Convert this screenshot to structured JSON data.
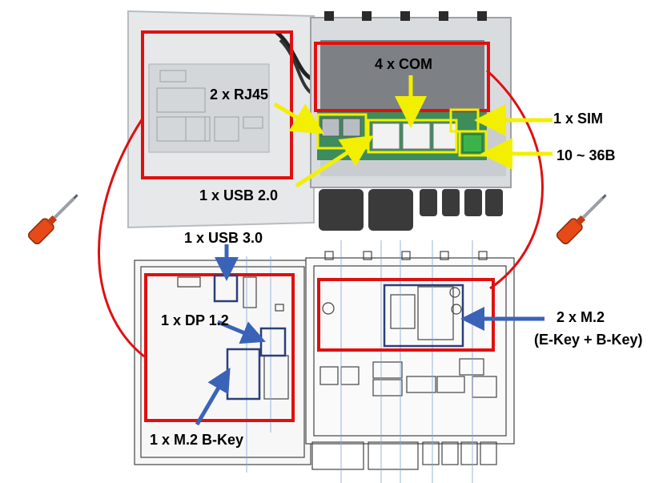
{
  "labels": {
    "com": "4 x COM",
    "rj45": "2 x RJ45",
    "sim": "1 x SIM",
    "power": "10 ~ 36B",
    "usb2": "1 x USB 2.0",
    "usb3": "1 x USB 3.0",
    "dp": "1 x DP 1.2",
    "m2bkey": "1 x M.2 B-Key",
    "m2": "2 x M.2",
    "m2keys": "(E-Key + B-Key)"
  },
  "icons": {
    "tool": "screwdriver-icon"
  },
  "colors": {
    "highlight_box": "#e01010",
    "yellow_callout": "#f2ef00",
    "blue_callout": "#3a63b8",
    "callout_dark_box": "#2a3f7a",
    "screwdriver": "#e64a19",
    "device_panel": "#e6e8ea",
    "line_drawing": "#444444"
  }
}
